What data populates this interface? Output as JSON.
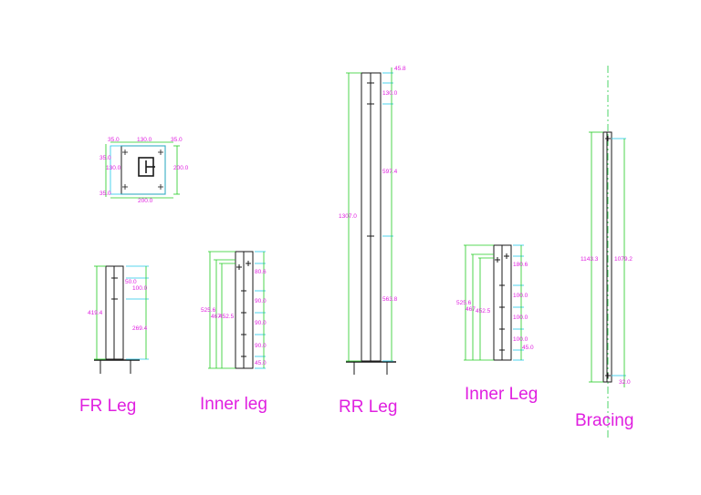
{
  "parts": {
    "fr_leg": {
      "label": "FR Leg",
      "dims": {
        "total": "419.4",
        "top": "50.0",
        "hole_pitch": "100.0",
        "bottom": "269.4"
      }
    },
    "inner_leg_1": {
      "label": "Inner leg",
      "dims": {
        "d1": "80.6",
        "d2": "90.0",
        "d3": "90.0",
        "d4": "90.0",
        "d5": "45.0",
        "overall": "525.6",
        "sub1": "467",
        "sub2": "452.5"
      }
    },
    "rr_leg": {
      "label": "RR Leg",
      "dims": {
        "top": "45.8",
        "pitch": "130.0",
        "mid": "597.4",
        "total": "1307.0",
        "bottom": "563.8"
      }
    },
    "inner_leg_2": {
      "label": "Inner Leg",
      "dims": {
        "d1": "180.6",
        "d2": "100.0",
        "d3": "100.0",
        "d4": "100.0",
        "d5": "45.0",
        "overall": "525.6",
        "sub1": "467",
        "sub2": "452.5"
      }
    },
    "bracing": {
      "label": "Bracing",
      "dims": {
        "left": "1143.3",
        "right": "1079.2",
        "bottom": "32.0"
      }
    },
    "base_plate": {
      "dims": {
        "top_left": "35.0",
        "top_mid": "130.0",
        "top_right": "35.0",
        "left_top": "35.0",
        "left_mid": "130.0",
        "left_bottom": "35.0",
        "right": "200.0",
        "bottom": "200.0"
      }
    }
  }
}
